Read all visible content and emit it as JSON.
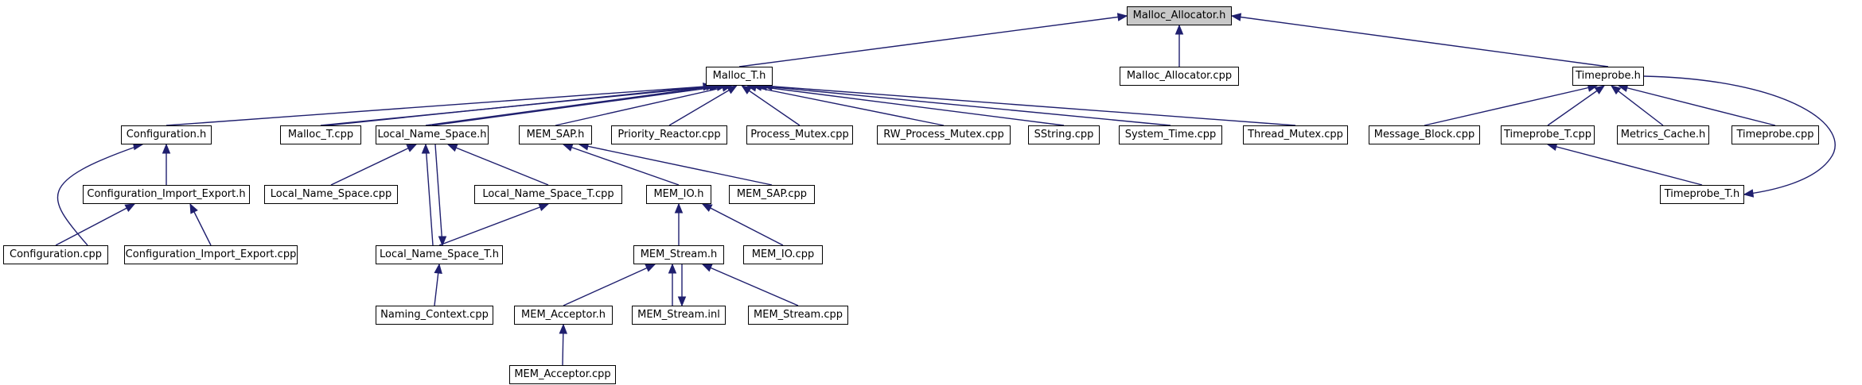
{
  "graph": {
    "root_fill": "#c8c8c8",
    "edge_color": "#1f1f6e",
    "nodes": {
      "malloc_allocator_h": "Malloc_Allocator.h",
      "malloc_t_h": "Malloc_T.h",
      "malloc_allocator_cpp": "Malloc_Allocator.cpp",
      "timeprobe_h": "Timeprobe.h",
      "configuration_h": "Configuration.h",
      "malloc_t_cpp": "Malloc_T.cpp",
      "local_name_space_h": "Local_Name_Space.h",
      "mem_sap_h": "MEM_SAP.h",
      "priority_reactor_cpp": "Priority_Reactor.cpp",
      "process_mutex_cpp": "Process_Mutex.cpp",
      "rw_process_mutex_cpp": "RW_Process_Mutex.cpp",
      "sstring_cpp": "SString.cpp",
      "system_time_cpp": "System_Time.cpp",
      "thread_mutex_cpp": "Thread_Mutex.cpp",
      "message_block_cpp": "Message_Block.cpp",
      "timeprobe_t_cpp": "Timeprobe_T.cpp",
      "metrics_cache_h": "Metrics_Cache.h",
      "timeprobe_cpp": "Timeprobe.cpp",
      "configuration_import_export_h": "Configuration_Import_Export.h",
      "local_name_space_cpp": "Local_Name_Space.cpp",
      "local_name_space_t_cpp": "Local_Name_Space_T.cpp",
      "mem_io_h": "MEM_IO.h",
      "mem_sap_cpp": "MEM_SAP.cpp",
      "timeprobe_t_h": "Timeprobe_T.h",
      "configuration_cpp": "Configuration.cpp",
      "configuration_import_export_cpp": "Configuration_Import_Export.cpp",
      "local_name_space_t_h": "Local_Name_Space_T.h",
      "mem_stream_h": "MEM_Stream.h",
      "mem_io_cpp": "MEM_IO.cpp",
      "naming_context_cpp": "Naming_Context.cpp",
      "mem_acceptor_h": "MEM_Acceptor.h",
      "mem_stream_inl": "MEM_Stream.inl",
      "mem_stream_cpp": "MEM_Stream.cpp",
      "mem_acceptor_cpp": "MEM_Acceptor.cpp"
    }
  }
}
